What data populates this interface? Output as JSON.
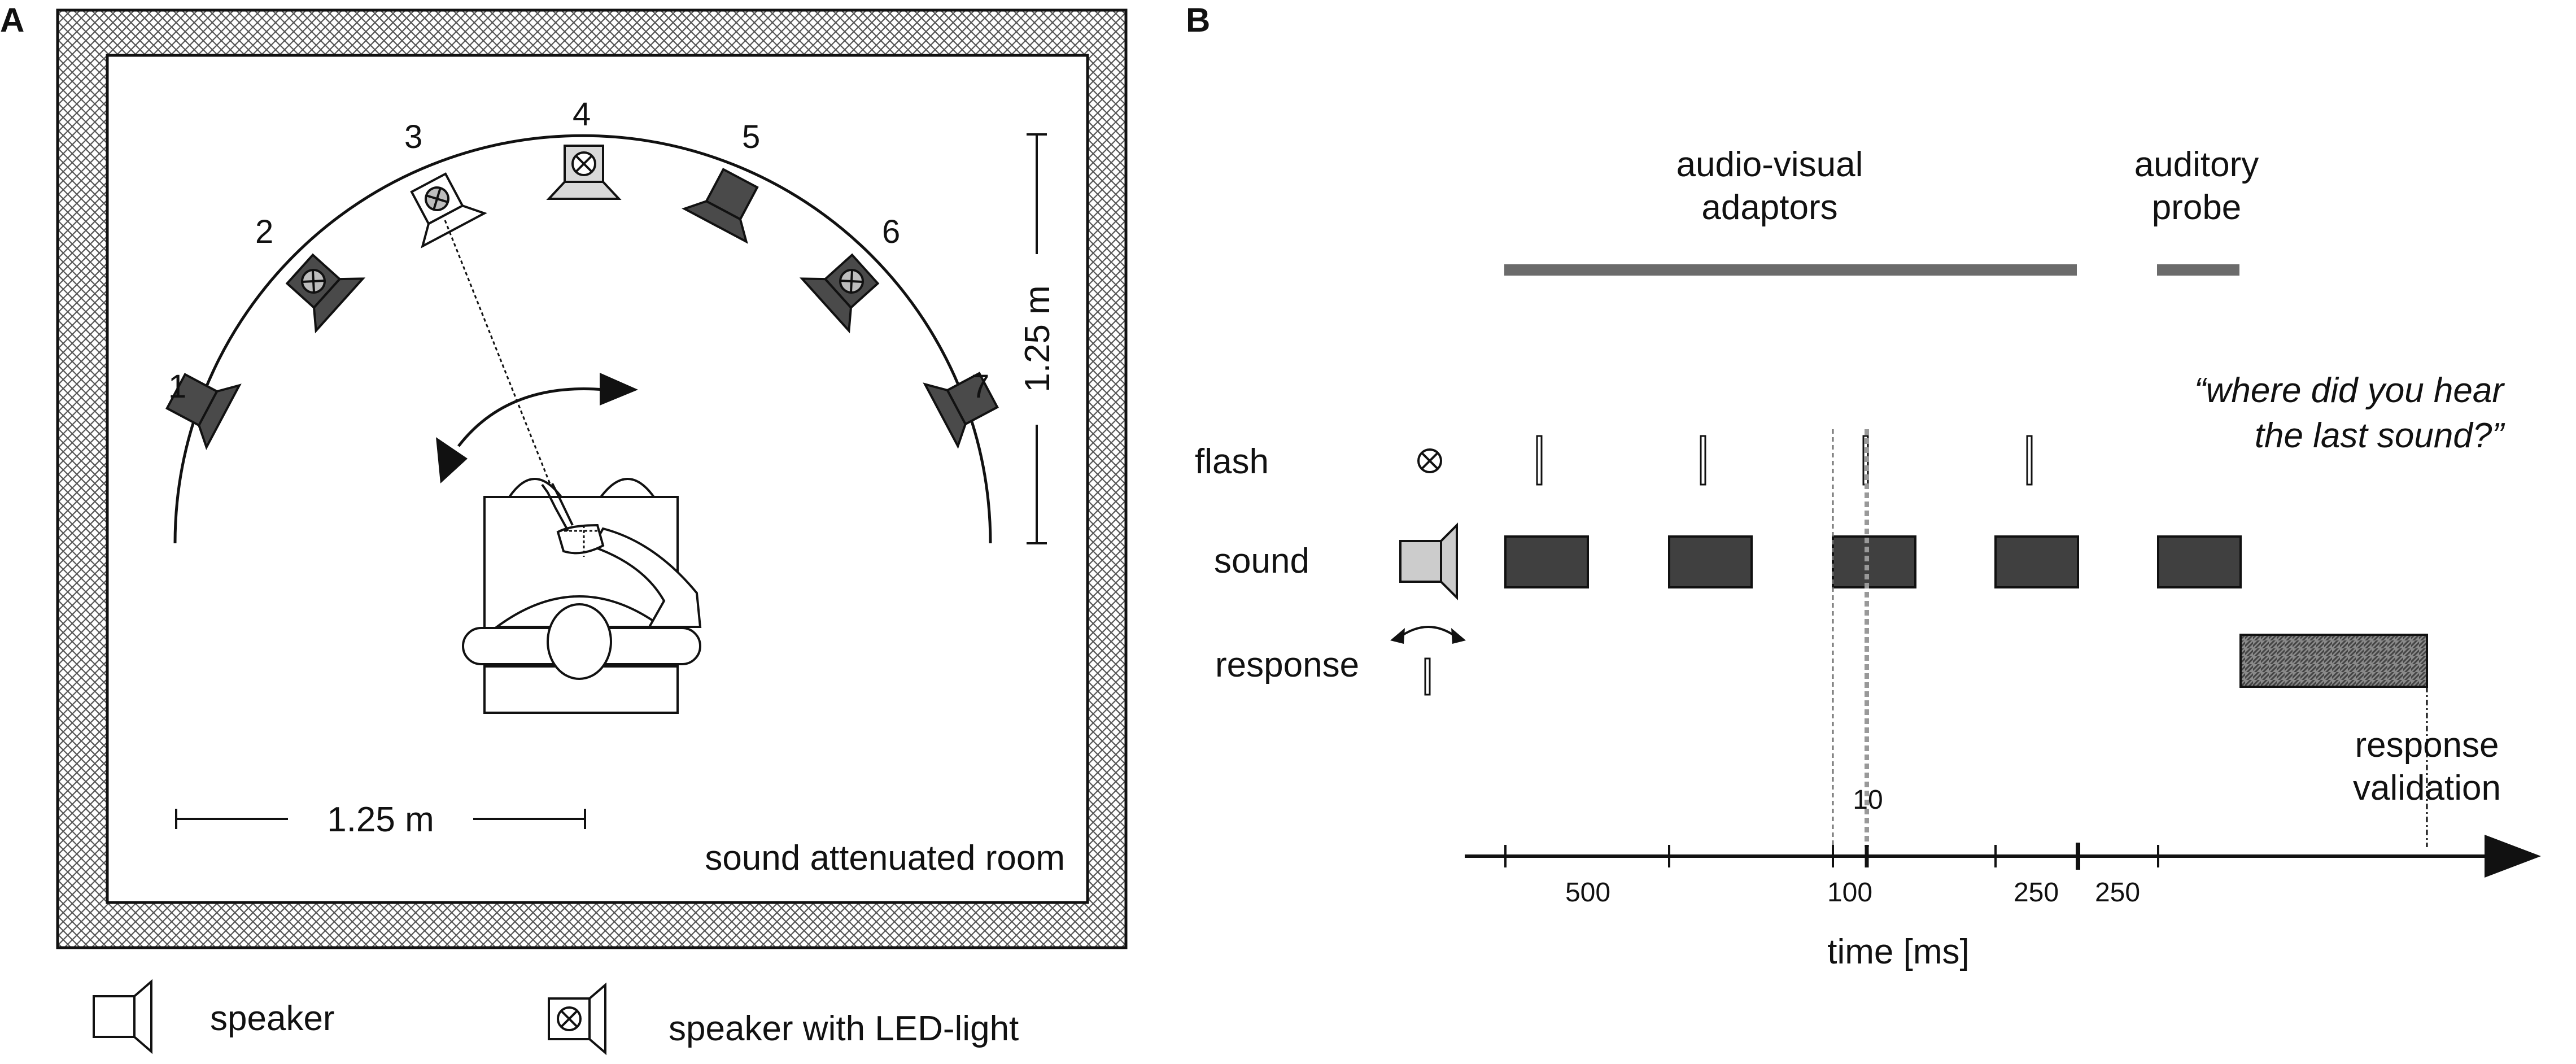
{
  "panel_a": {
    "letter": "A",
    "speaker_numbers": [
      "1",
      "2",
      "3",
      "4",
      "5",
      "6",
      "7"
    ],
    "dimension_horizontal": "1.25 m",
    "dimension_vertical": "1.25 m",
    "room_label": "sound attenuated room",
    "legend": {
      "speaker": "speaker",
      "speaker_led": "speaker with LED-light"
    },
    "icons": [
      "speaker-icon",
      "speaker-led-icon",
      "listener-chair-icon",
      "rotation-arrow-icon"
    ],
    "colors": {
      "speaker_dark": "#4a4a4a",
      "speaker_light": "#d9d9d9",
      "wall_hatch": "#555555"
    }
  },
  "panel_b": {
    "letter": "B",
    "phase_labels": {
      "adaptors_line1": "audio-visual",
      "adaptors_line2": "adaptors",
      "probe_line1": "auditory",
      "probe_line2": "probe"
    },
    "rows": {
      "flash": "flash",
      "sound": "sound",
      "response": "response"
    },
    "question_line1": "“where did you hear",
    "question_line2": "the last sound?”",
    "response_validation_line1": "response",
    "response_validation_line2": "validation",
    "offset_label": "10",
    "axis_label": "time [ms]",
    "interval_labels": [
      "500",
      "100",
      "250",
      "250"
    ],
    "colors": {
      "block": "#404040",
      "bar": "#6b6b6b",
      "hatched": "#8a8a8a"
    }
  }
}
